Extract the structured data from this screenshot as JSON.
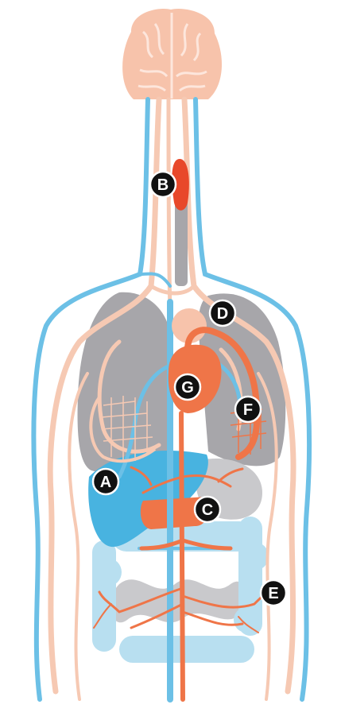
{
  "colors": {
    "brain": "#f7c3ab",
    "vein": "#6cc0e6",
    "nerve": "#f6c9b3",
    "artery": "#ef7548",
    "lung": "#a7a6aa",
    "liver": "#48b3e0",
    "intestine": "#b8dff0",
    "gray_organ": "#c9c9cc",
    "badge": "#111111"
  },
  "labels": [
    {
      "id": "A",
      "text": "A"
    },
    {
      "id": "B",
      "text": "B"
    },
    {
      "id": "C",
      "text": "C"
    },
    {
      "id": "D",
      "text": "D"
    },
    {
      "id": "E",
      "text": "E"
    },
    {
      "id": "F",
      "text": "F"
    },
    {
      "id": "G",
      "text": "G"
    }
  ]
}
